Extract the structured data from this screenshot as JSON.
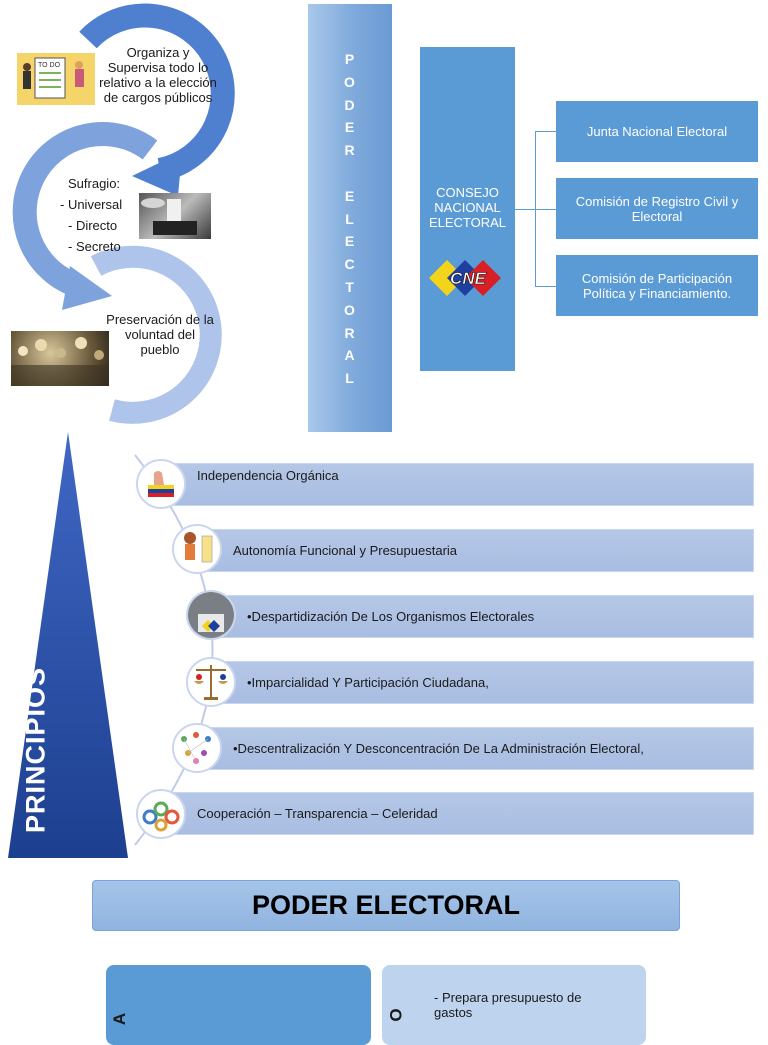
{
  "cycle": {
    "step1": "Organiza y Supervisa  todo lo relativo a la elección de cargos públicos",
    "step2_title": "Sufragio:",
    "step2_items": [
      "- Universal",
      "- Directo",
      "- Secreto"
    ],
    "step3": "Preservación de la voluntad del pueblo",
    "todo_label": "TO DO"
  },
  "vertical_title": [
    "P",
    "O",
    "D",
    "E",
    "R",
    "",
    "E",
    "L",
    "E",
    "C",
    "T",
    "O",
    "R",
    "A",
    "L"
  ],
  "cne": {
    "label": "CONSEJO NACIONAL ELECTORAL",
    "logo_text": "CNE",
    "subs": [
      "Junta Nacional Electoral",
      "Comisión de Registro Civil y Electoral",
      "Comisión de Participación Política y Financiamiento."
    ]
  },
  "principios": {
    "label": "PRINCIPIOS",
    "items": [
      "Independencia Orgánica",
      "Autonomía Funcional y Presupuestaria",
      "•Despartidización De Los Organismos Electorales",
      "•Imparcialidad Y Participación Ciudadana,",
      "•Descentralización Y Desconcentración De La Administración Electoral,",
      "Cooperación – Transparencia – Celeridad"
    ],
    "icons": [
      "flag-hand-icon",
      "woman-checklist-icon",
      "ballot-box-icon",
      "scales-icon",
      "people-network-icon",
      "gears-icon"
    ]
  },
  "bottom": {
    "banner": "PODER ELECTORAL",
    "left_letter": "A",
    "right_letter": "O",
    "right_items": [
      "- Prepara presupuesto de gastos"
    ]
  },
  "colors": {
    "primary": "#5b9bd5",
    "light": "#a8bde2",
    "banner": "#9dbde6"
  }
}
